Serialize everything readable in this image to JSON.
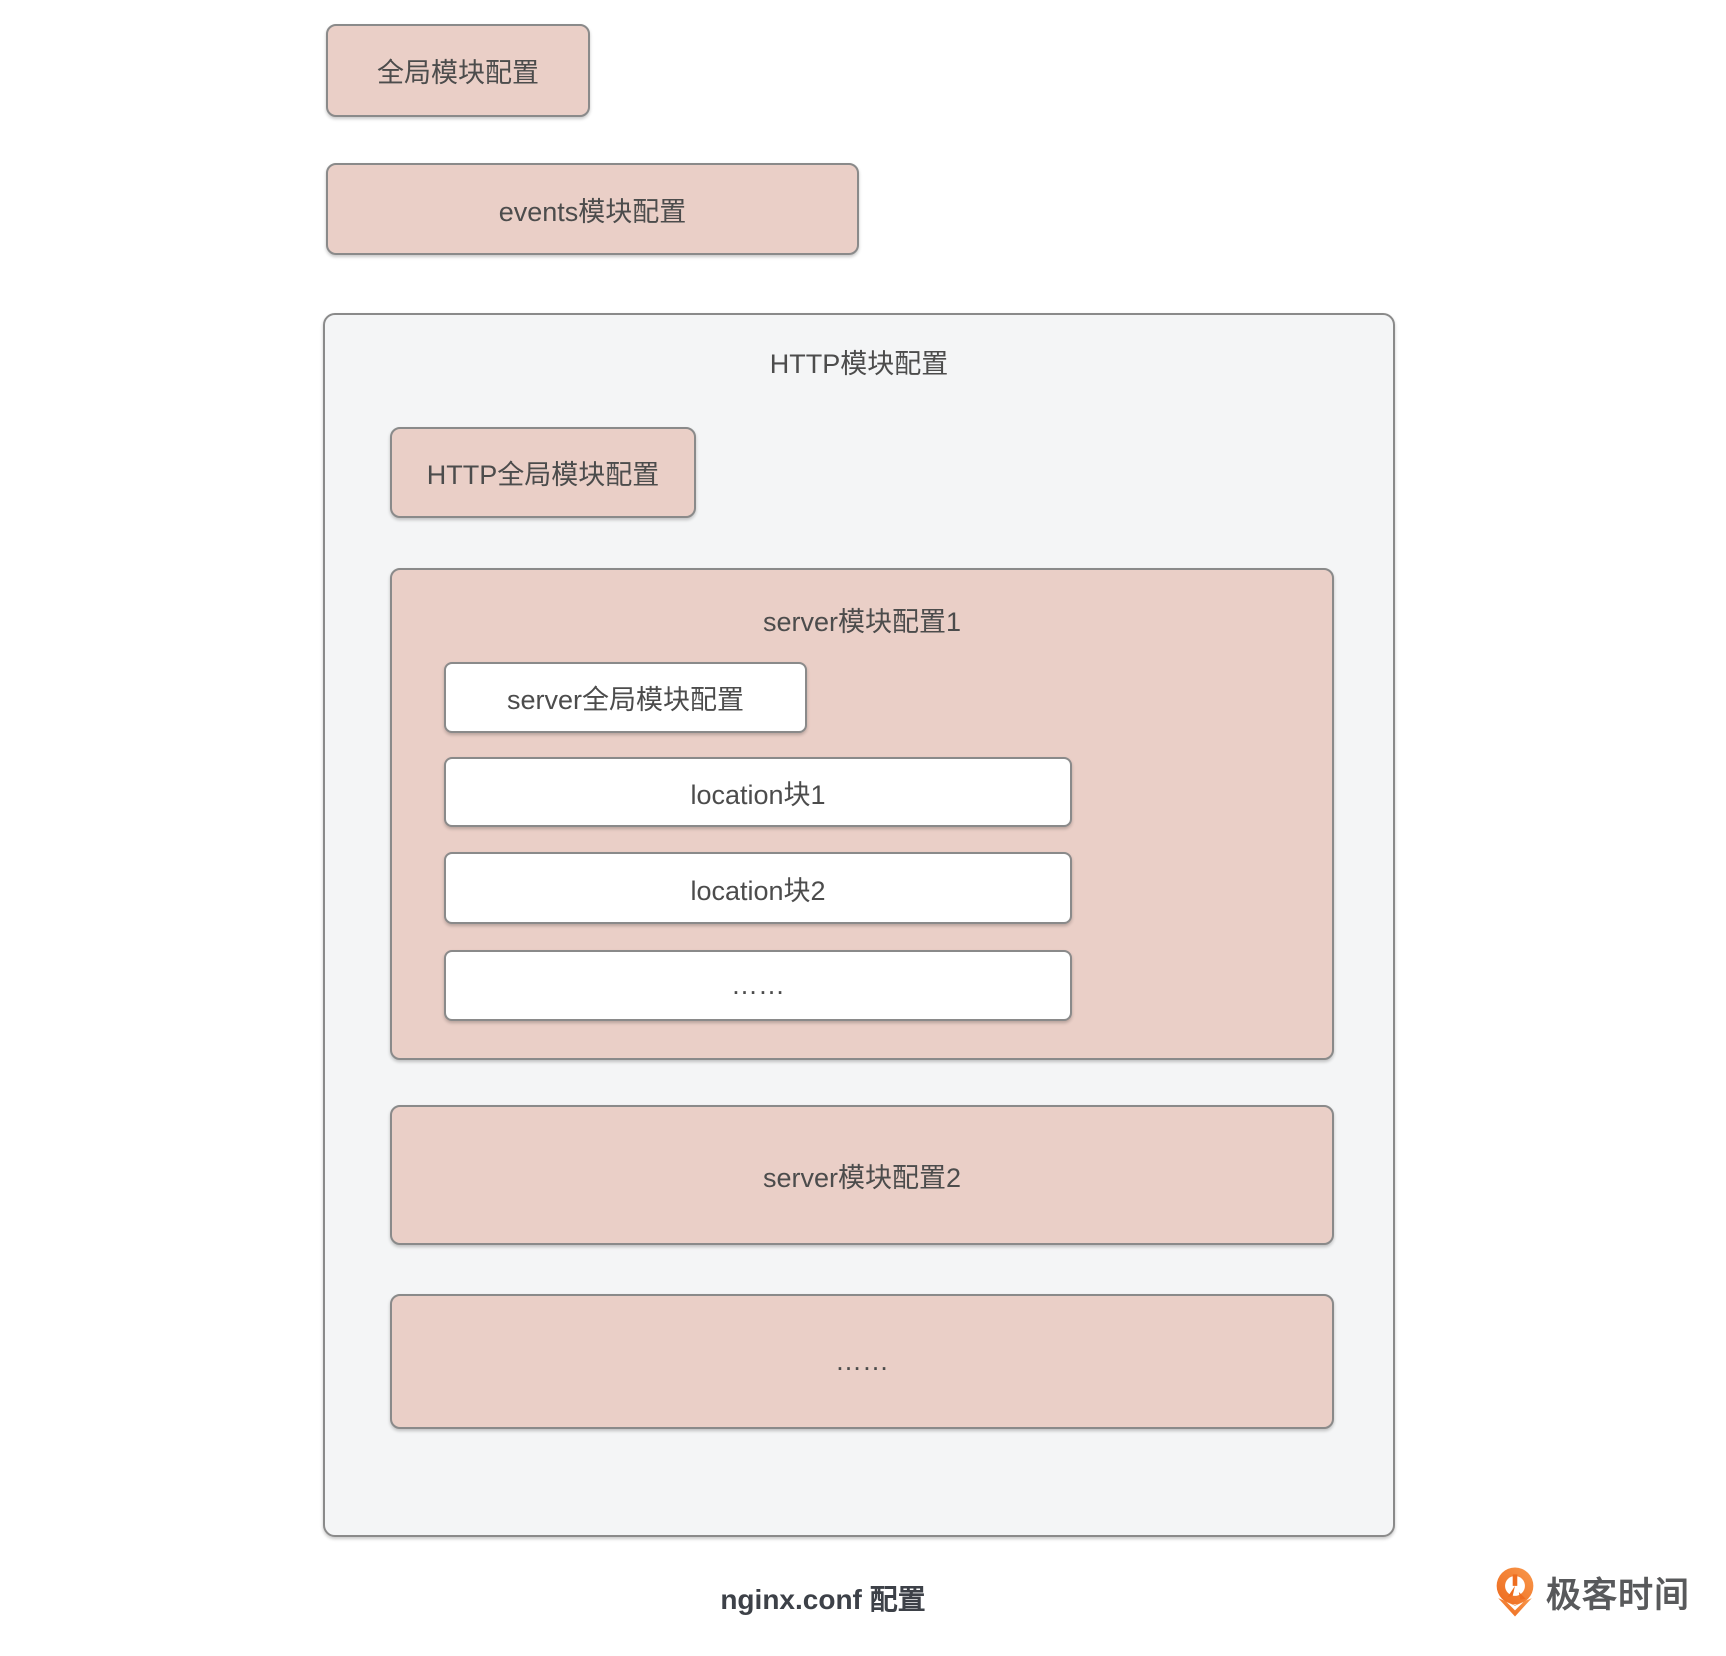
{
  "colors": {
    "pink_fill": "#eacfc7",
    "gray_fill": "#f4f5f6",
    "box_border": "#8a8a8a",
    "text": "#4c4c4c",
    "caption_text": "#3d4148",
    "logo_orange": "#f1701f",
    "logo_text_gray": "#58595b"
  },
  "diagram": {
    "global_box_label": "全局模块配置",
    "events_box_label": "events模块配置",
    "http_box": {
      "title": "HTTP模块配置",
      "http_global_label": "HTTP全局模块配置",
      "server1": {
        "title": "server模块配置1",
        "items": [
          "server全局模块配置",
          "location块1",
          "location块2",
          "……"
        ]
      },
      "server2_label": "server模块配置2",
      "more_label": "……"
    }
  },
  "footer": {
    "caption": "nginx.conf 配置",
    "logo": {
      "icon": "geektime-pin-icon",
      "text": "极客时间"
    }
  }
}
